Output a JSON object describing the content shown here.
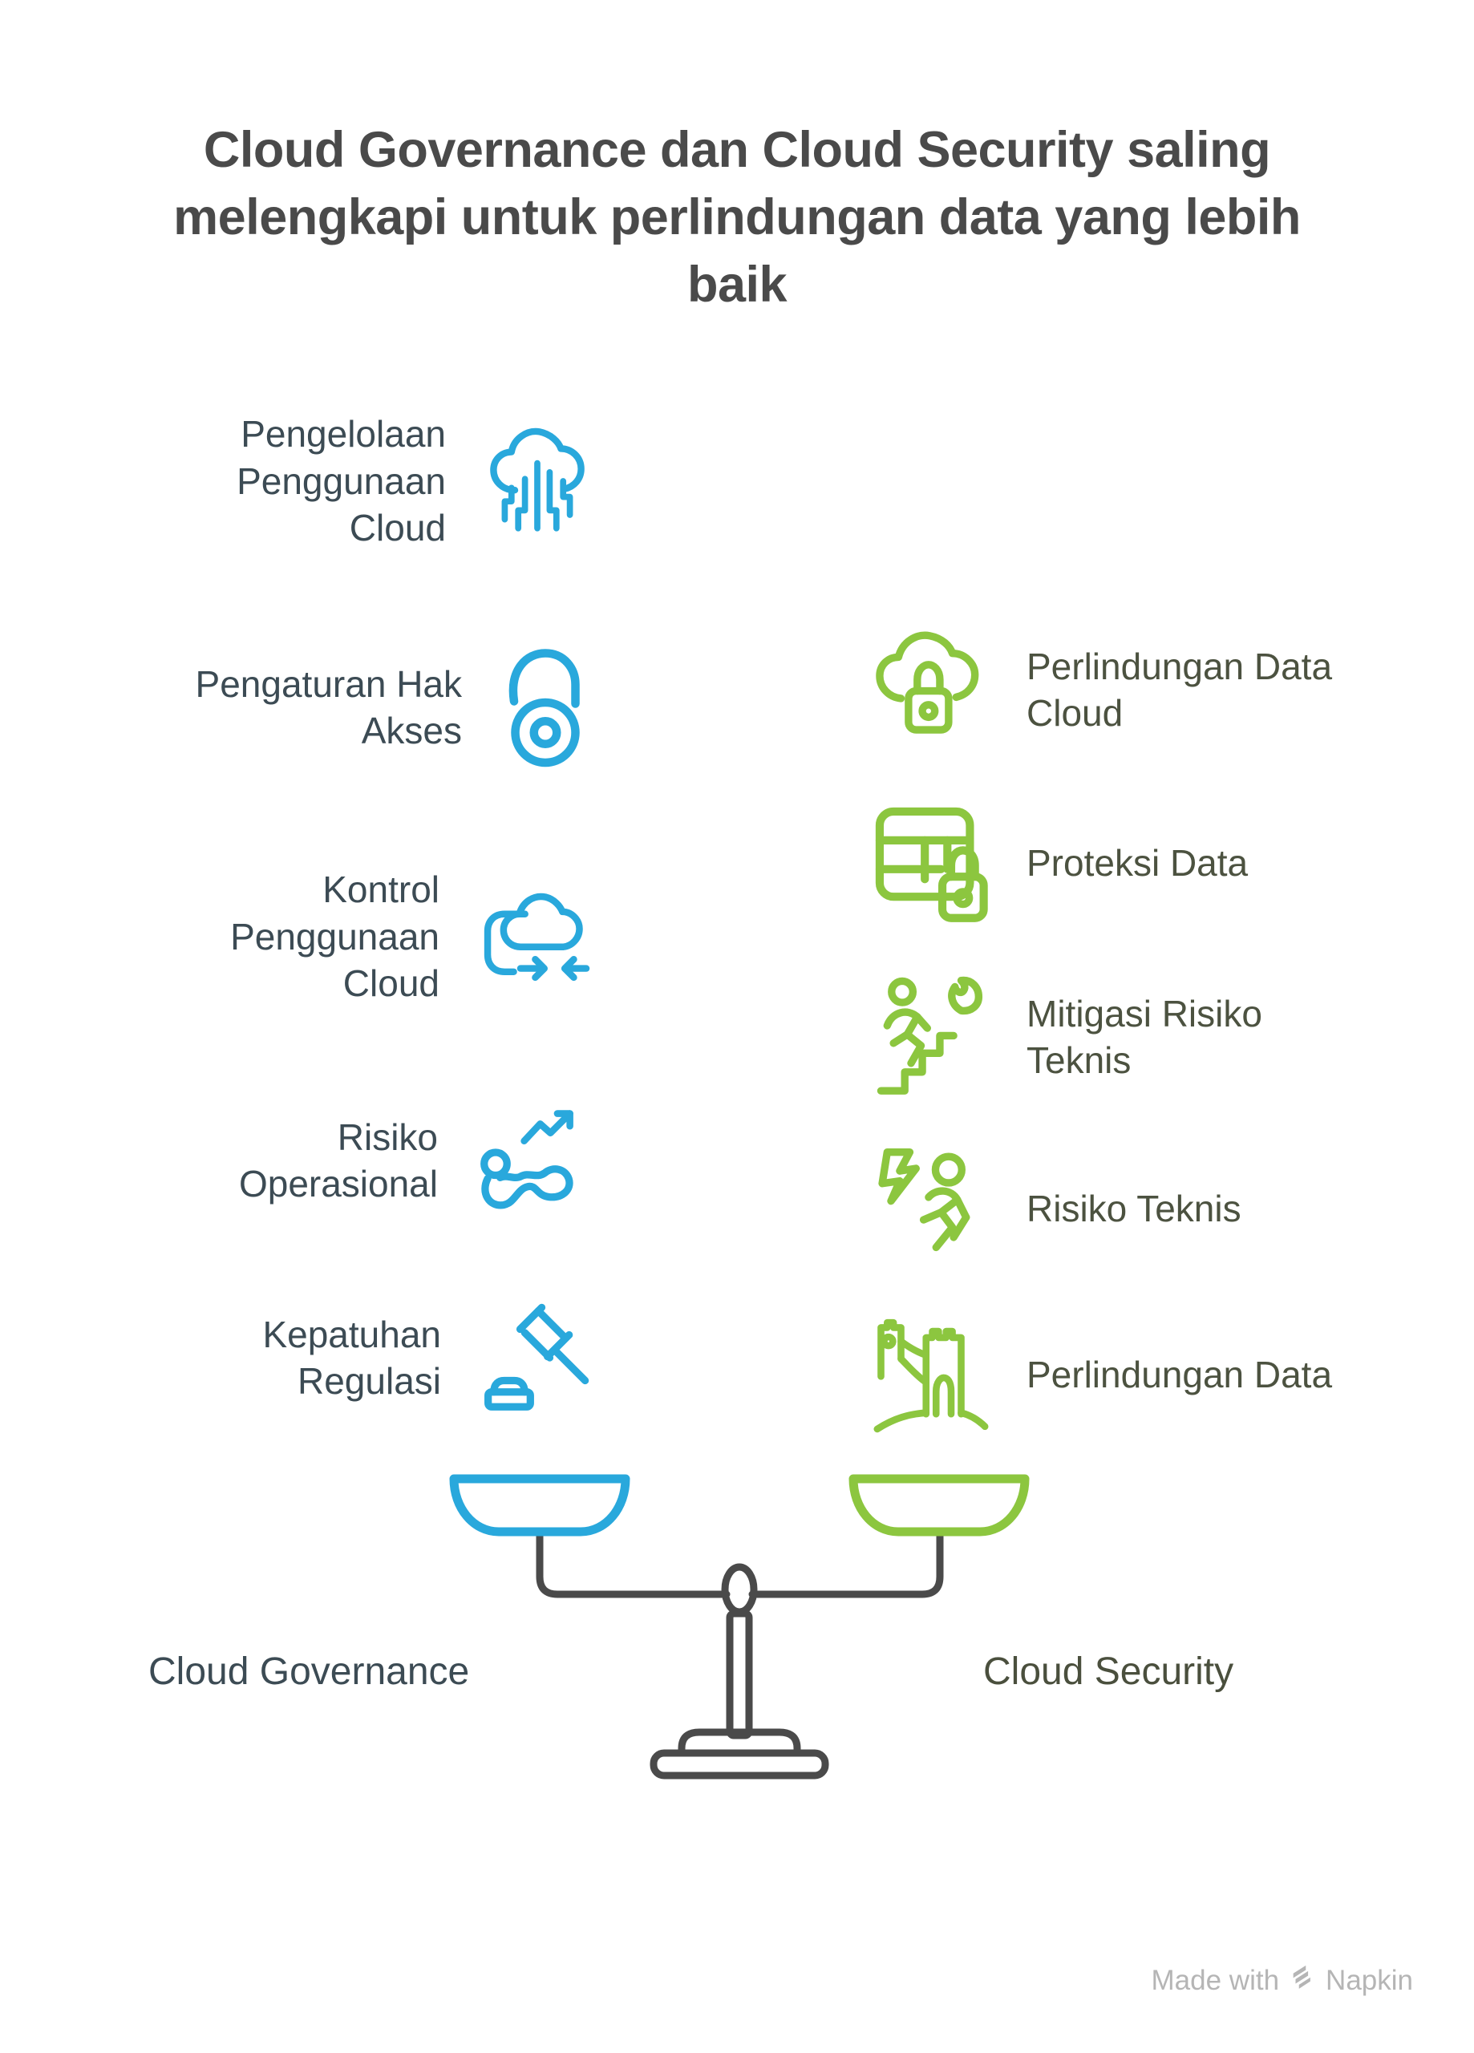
{
  "title": "Cloud Governance dan Cloud Security saling melengkapi untuk perlindungan data yang lebih baik",
  "colors": {
    "governance_accent": "#29A8DC",
    "security_accent": "#8CC63F",
    "scale_stroke": "#4A4A4A",
    "title_text": "#4A4A4A",
    "governance_text": "#3C4B54",
    "security_text": "#4C5240",
    "watermark_text": "#B5B5B5"
  },
  "governance_side": {
    "label": "Cloud Governance",
    "items": [
      {
        "label": "Pengelolaan Penggunaan Cloud",
        "icon": "cloud-data-icon"
      },
      {
        "label": "Pengaturan Hak Akses",
        "icon": "open-padlock-icon"
      },
      {
        "label": "Kontrol Penggunaan Cloud",
        "icon": "cloud-sync-icon"
      },
      {
        "label": "Risiko Operasional",
        "icon": "person-trend-icon"
      },
      {
        "label": "Kepatuhan Regulasi",
        "icon": "gavel-icon"
      }
    ]
  },
  "security_side": {
    "label": "Cloud Security",
    "items": [
      {
        "label": "Perlindungan Data Cloud",
        "icon": "cloud-lock-icon"
      },
      {
        "label": "Proteksi Data",
        "icon": "table-lock-icon"
      },
      {
        "label": "Mitigasi Risiko Teknis",
        "icon": "person-stairs-flame-icon"
      },
      {
        "label": "Risiko Teknis",
        "icon": "person-lightning-icon"
      },
      {
        "label": "Perlindungan Data",
        "icon": "great-wall-icon"
      }
    ]
  },
  "watermark": {
    "prefix": "Made with",
    "brand": "Napkin"
  }
}
